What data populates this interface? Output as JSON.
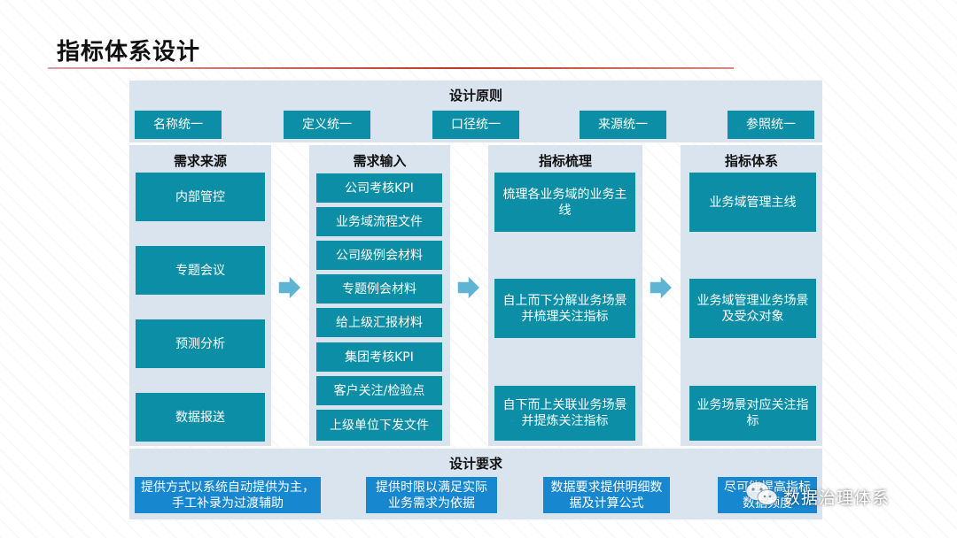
{
  "title": "指标体系设计",
  "principles": {
    "header": "设计原则",
    "items": [
      "名称统一",
      "定义统一",
      "口径统一",
      "来源统一",
      "参照统一"
    ]
  },
  "columns": {
    "source": {
      "header": "需求来源",
      "items": [
        "内部管控",
        "专题会议",
        "预测分析",
        "数据报送"
      ]
    },
    "input": {
      "header": "需求输入",
      "items": [
        "公司考核KPI",
        "业务域流程文件",
        "公司级例会材料",
        "专题例会材料",
        "给上级汇报材料",
        "集团考核KPI",
        "客户关注/检验点",
        "上级单位下发文件"
      ]
    },
    "sort": {
      "header": "指标梳理",
      "items": [
        "梳理各业务域的业务主线",
        "自上而下分解业务场景并梳理关注指标",
        "自下而上关联业务场景并提炼关注指标"
      ]
    },
    "system": {
      "header": "指标体系",
      "items": [
        "业务域管理主线",
        "业务域管理业务场景及受众对象",
        "业务场景对应关注指标"
      ]
    }
  },
  "requirements": {
    "header": "设计要求",
    "items": [
      "提供方式以系统自动提供为主，手工补录为过渡辅助",
      "提供时限以满足实际业务需求为依据",
      "数据要求提供明细数据及计算公式",
      "尽可能提高指标数据频度"
    ]
  },
  "watermark": "数据治理体系",
  "colors": {
    "teal": "#0c8fa6",
    "blue": "#1787cf",
    "panel": "#d9e4ef",
    "accent_line": "#c0392b"
  }
}
